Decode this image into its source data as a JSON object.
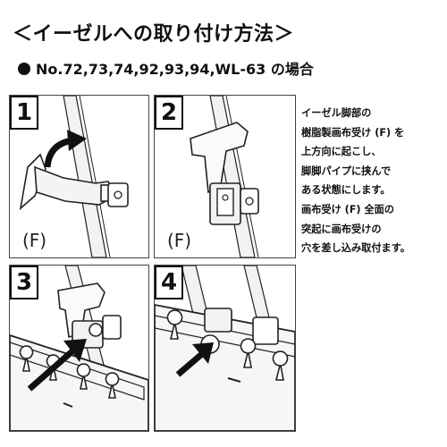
{
  "header": {
    "title": "＜イーゼルへの取り付け方法＞",
    "subtitle": "No.72,73,74,92,93,94,WL-63 の場合"
  },
  "steps": [
    {
      "number": "1",
      "label": "(F)"
    },
    {
      "number": "2",
      "label": "(F)"
    },
    {
      "number": "3"
    },
    {
      "number": "4"
    }
  ],
  "description": {
    "lines": [
      "イーゼル脚部の",
      "樹脂製画布受け (F) を",
      "上方向に起こし、",
      "脚脚パイプに挟んで",
      "ある状態にします。",
      "画布受け (F) 全面の",
      "突起に画布受けの",
      "穴を差し込み取付ます。"
    ]
  }
}
